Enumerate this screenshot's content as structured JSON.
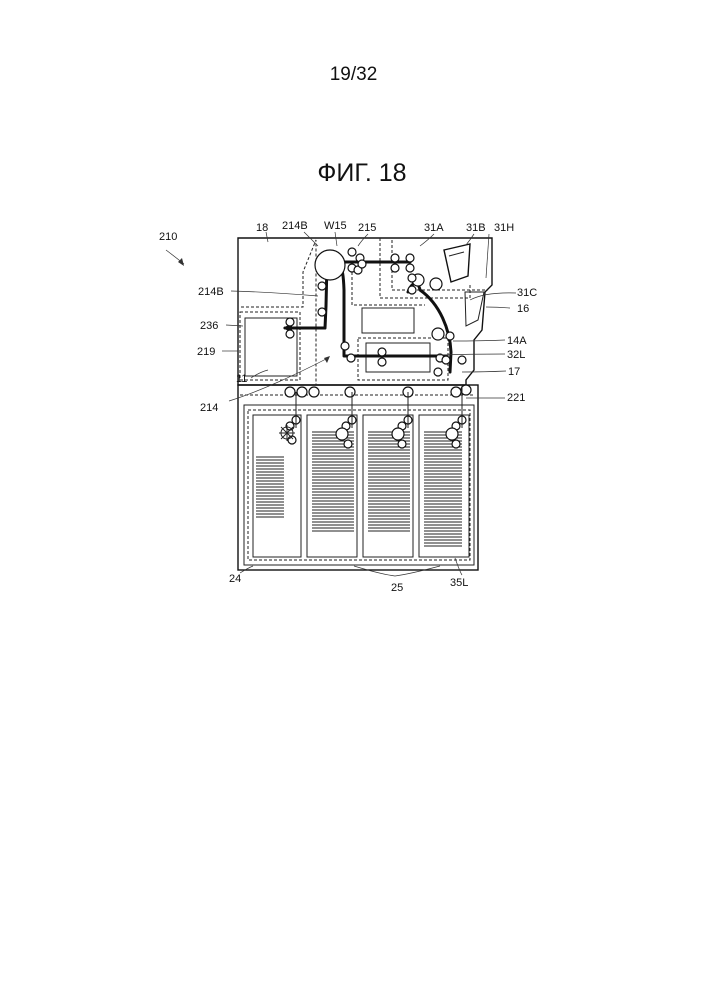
{
  "page": {
    "number": "19/32",
    "figure_title": "ФИГ. 18"
  },
  "labels": {
    "l210": "210",
    "l18": "18",
    "l214b_top": "214B",
    "lw15": "W15",
    "l215": "215",
    "l31a": "31A",
    "l31b": "31B",
    "l31h": "31H",
    "l214b_side": "214B",
    "l31c": "31C",
    "l16": "16",
    "l236": "236",
    "l14a": "14A",
    "l219": "219",
    "l32l": "32L",
    "l11": "11",
    "l17": "17",
    "l214": "214",
    "l221": "221",
    "l24": "24",
    "l25": "25",
    "l35l": "35L"
  }
}
